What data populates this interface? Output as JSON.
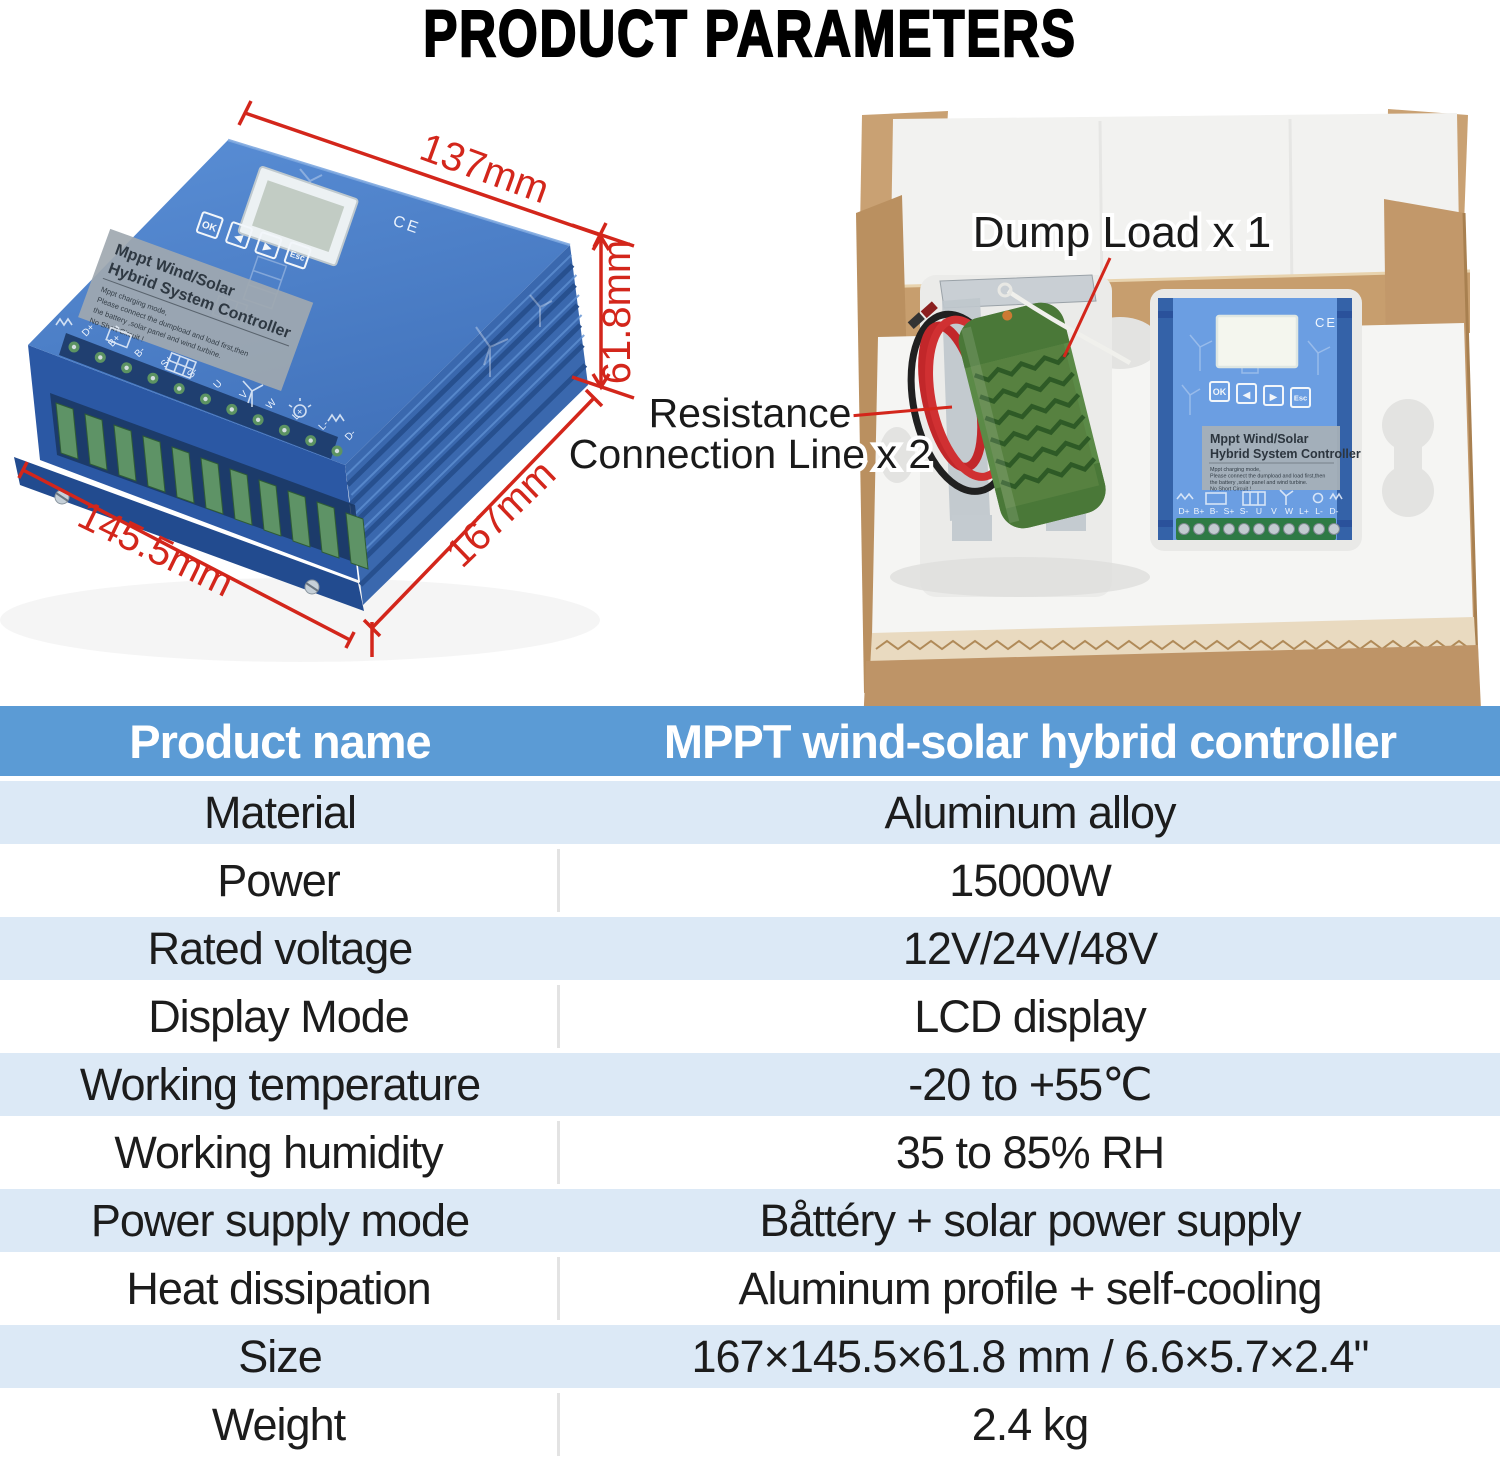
{
  "title": "PRODUCT PARAMETERS",
  "device": {
    "label_title_line1": "Mppt Wind/Solar",
    "label_title_line2": "Hybrid System Controller",
    "label_note_line1": "Mppt charging mode,",
    "label_note_line2": "Please connect the dumpload and load first,then",
    "label_note_line3": "the battery ,solar panel and wind turbine.",
    "label_note_line4": "No Short Circuit !",
    "ce_mark": "CE",
    "buttons": {
      "ok": "OK",
      "prev": "◀",
      "next": "▶",
      "esc": "Esc"
    },
    "terminals": [
      "D+",
      "B+",
      "B-",
      "S+",
      "S-",
      "U",
      "V",
      "W",
      "L+",
      "L-",
      "D-"
    ]
  },
  "left_figure": {
    "dim_top": "137mm",
    "dim_height": "61.8mm",
    "dim_depth": "167mm",
    "dim_width": "145.5mm"
  },
  "right_figure": {
    "annotation_dump_load": "Dump Load x 1",
    "annotation_resistance_line1": "Resistance",
    "annotation_resistance_line2": "Connection Line x 2"
  },
  "table": {
    "header": {
      "label": "Product name",
      "value": "MPPT wind-solar hybrid controller"
    },
    "rows": [
      {
        "label": "Material",
        "value": "Aluminum alloy"
      },
      {
        "label": "Power",
        "value": "15000W"
      },
      {
        "label": "Rated voltage",
        "value": "12V/24V/48V"
      },
      {
        "label": "Display Mode",
        "value": "LCD display"
      },
      {
        "label": "Working temperature",
        "value": "-20 to +55℃"
      },
      {
        "label": "Working humidity",
        "value": "35 to 85% RH"
      },
      {
        "label": "Power supply mode",
        "value": "Båttéry + solar power supply"
      },
      {
        "label": "Heat dissipation",
        "value": "Aluminum profile + self-cooling"
      },
      {
        "label": "Size",
        "value": "167×145.5×61.8 mm / 6.6×5.7×2.4\""
      },
      {
        "label": "Weight",
        "value": "2.4 kg"
      }
    ]
  },
  "colors": {
    "accent_red": "#d3261b",
    "table_header_bg": "#5b9bd5",
    "table_row_alt_bg": "#dce9f6",
    "device_blue": "#4b80cb",
    "cardboard": "#c79e6e",
    "dump_load_green": "#5b8a47"
  }
}
